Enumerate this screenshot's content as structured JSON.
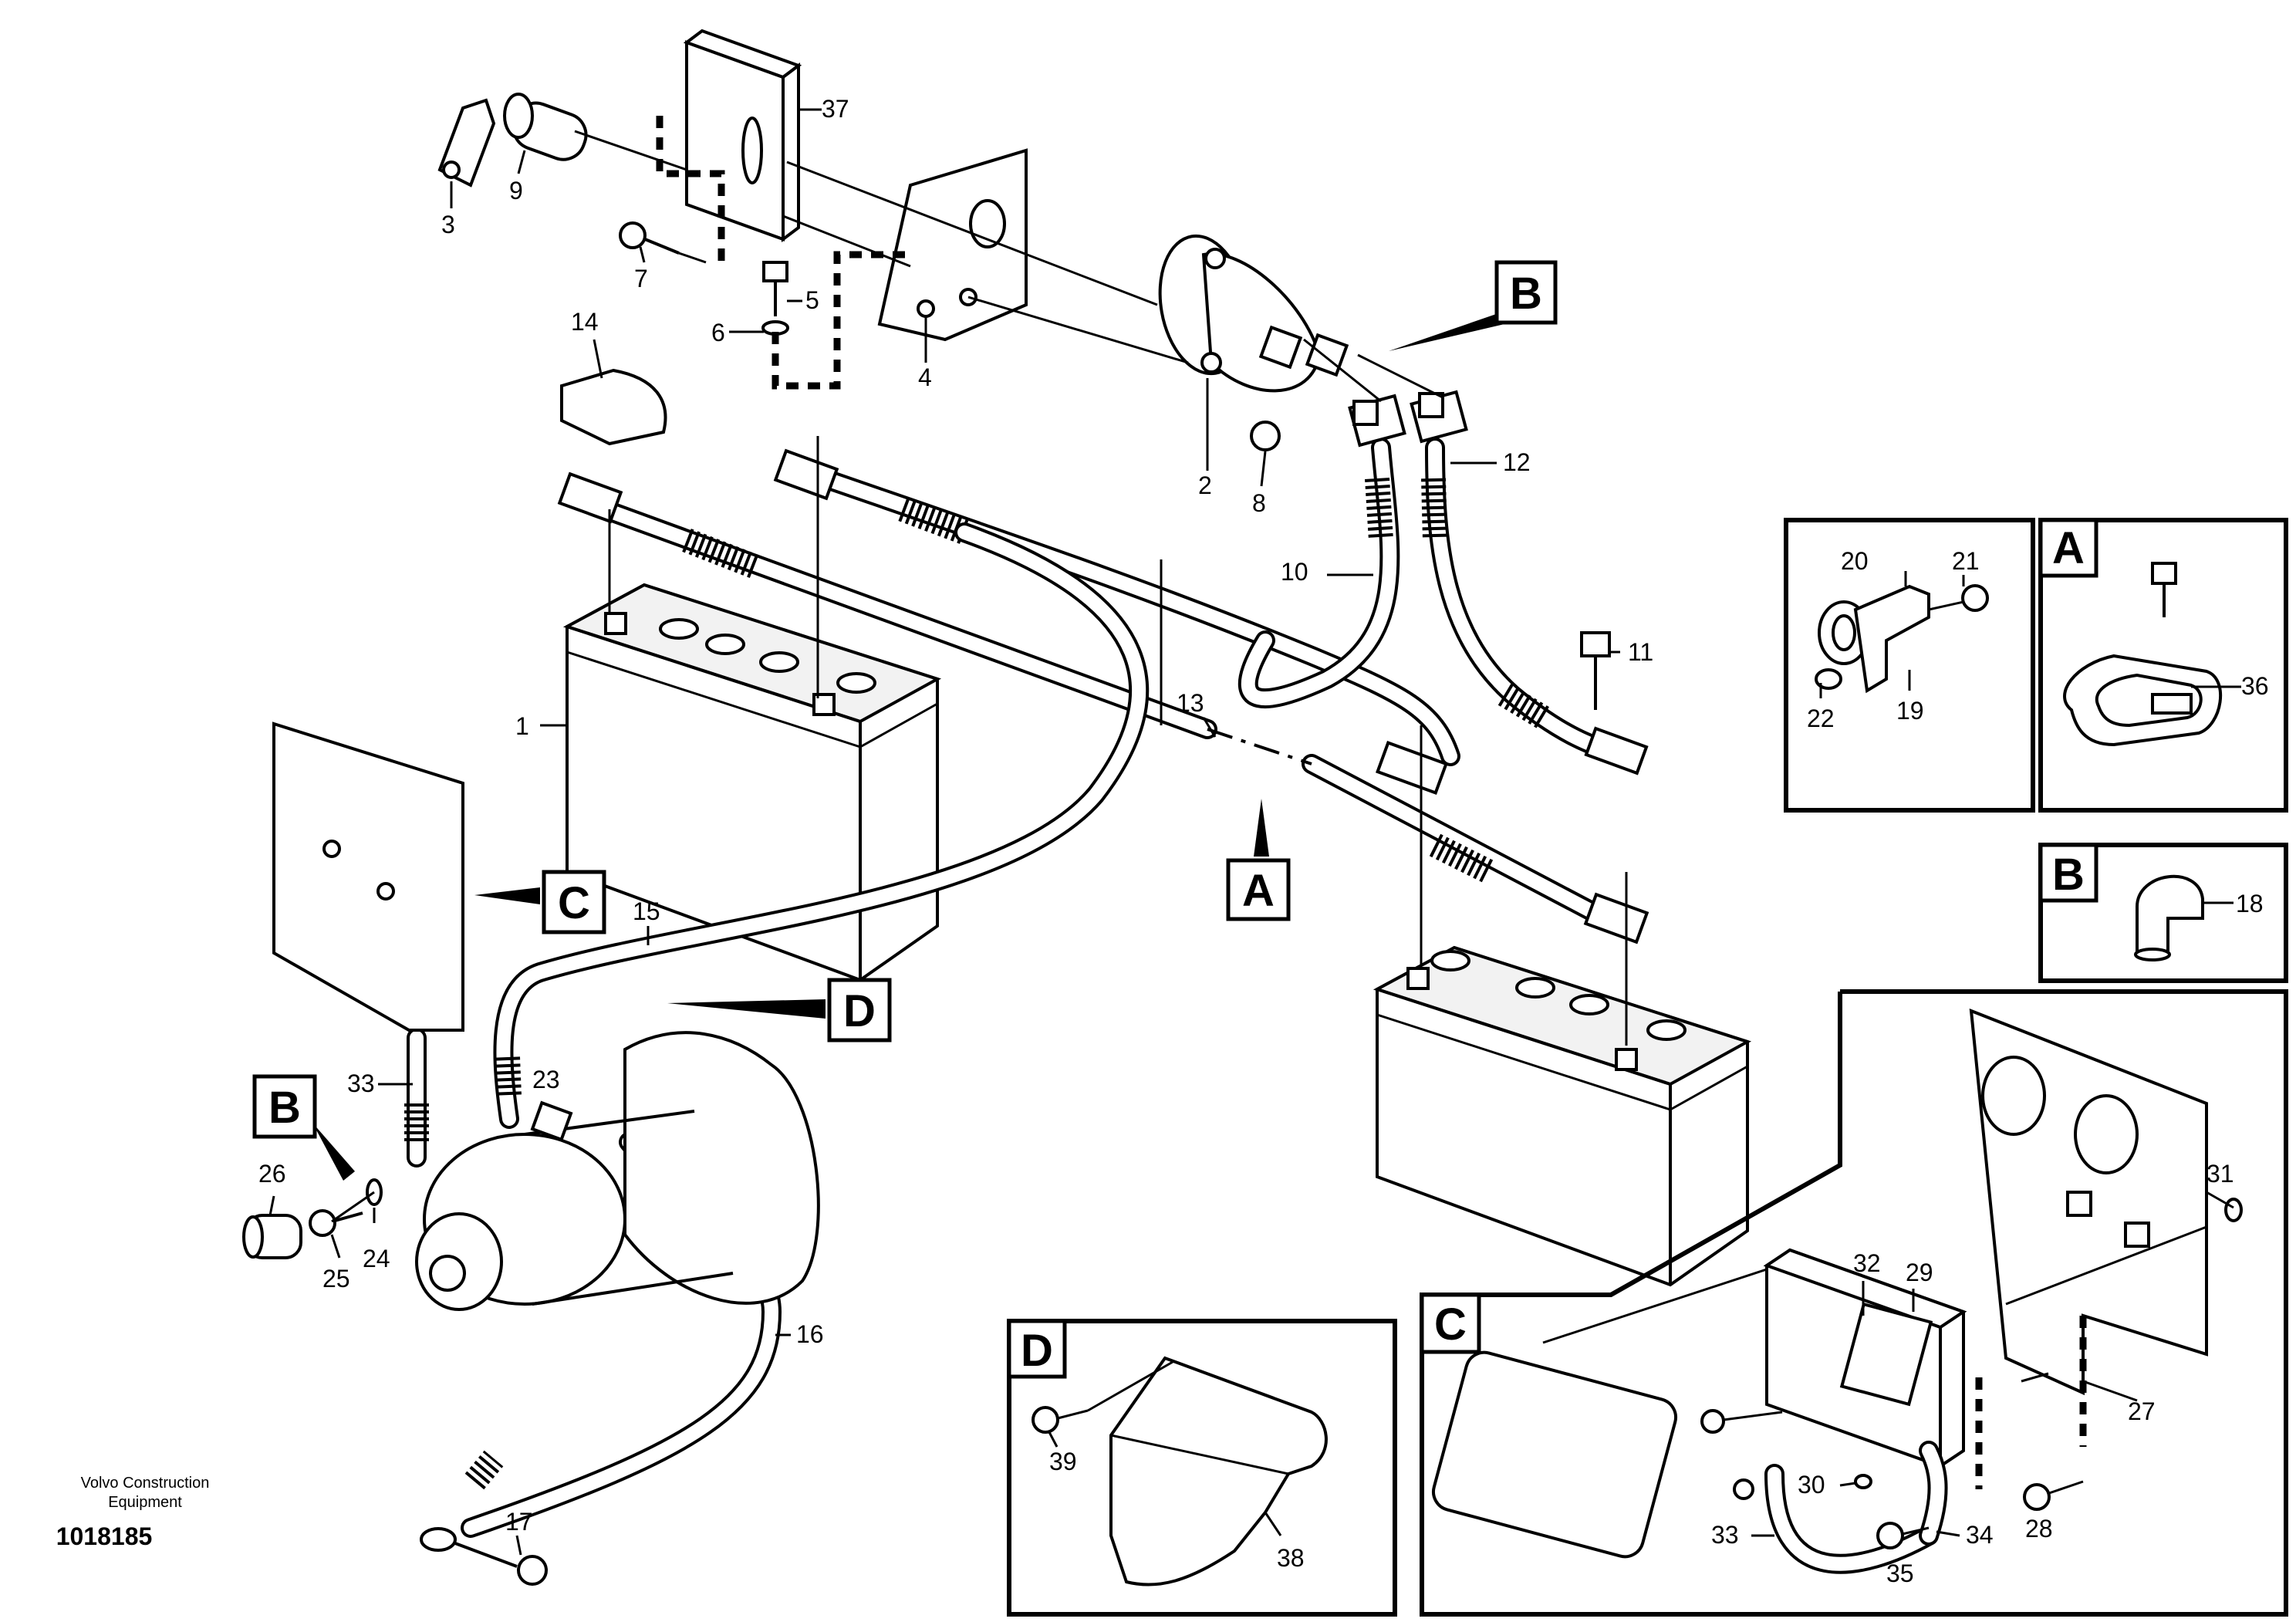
{
  "callouts": {
    "c1": "1",
    "c2": "2",
    "c3": "3",
    "c4": "4",
    "c5": "5",
    "c6": "6",
    "c7": "7",
    "c8": "8",
    "c9": "9",
    "c10": "10",
    "c11": "11",
    "c12": "12",
    "c13": "13",
    "c14": "14",
    "c15": "15",
    "c16": "16",
    "c17": "17",
    "c18": "18",
    "c19": "19",
    "c20": "20",
    "c21": "21",
    "c22": "22",
    "c23": "23",
    "c24": "24",
    "c25": "25",
    "c26": "26",
    "c27": "27",
    "c28": "28",
    "c29": "29",
    "c30": "30",
    "c31": "31",
    "c32": "32",
    "c33": "33",
    "c33b": "33",
    "c34": "34",
    "c35": "35",
    "c36": "36",
    "c37": "37",
    "c38": "38",
    "c39": "39"
  },
  "view_labels": {
    "A": "A",
    "B": "B",
    "C": "C",
    "D": "D",
    "inset_A": "A",
    "inset_B": "B",
    "inset_C": "C",
    "inset_D": "D",
    "pointer_B2": "B"
  },
  "footer": {
    "maker_line1": "Volvo Construction",
    "maker_line2": "Equipment",
    "drawing_number": "1018185"
  }
}
